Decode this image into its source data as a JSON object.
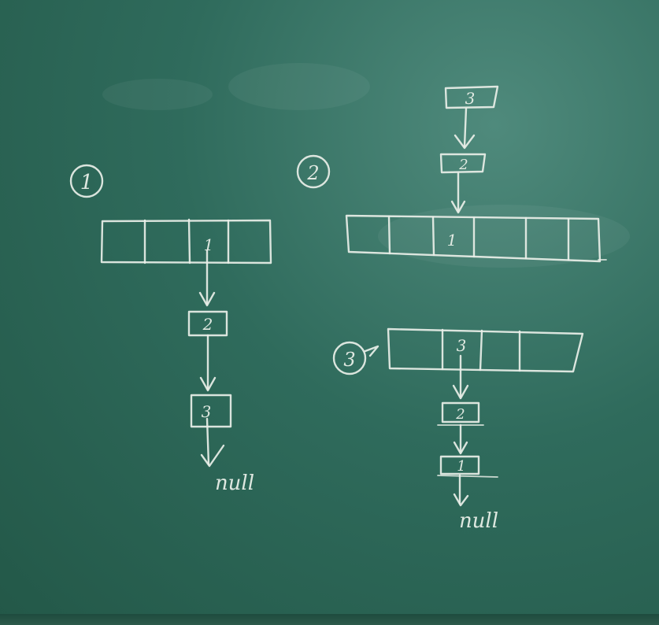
{
  "diagram": {
    "section_1": {
      "marker": "1",
      "array_cells": 4,
      "array_value": "1",
      "chain": [
        "2",
        "3"
      ],
      "terminal": "null"
    },
    "section_2": {
      "marker": "2",
      "stack_top": "3",
      "stack_next": "2",
      "array_cells": 6,
      "array_value": "1"
    },
    "section_3": {
      "marker": "3",
      "array_cells": 4,
      "array_value": "3",
      "chain": [
        "2",
        "1"
      ],
      "terminal": "null"
    },
    "colors": {
      "board": "#2f6b5c",
      "chalk": "#e9efe8"
    }
  }
}
